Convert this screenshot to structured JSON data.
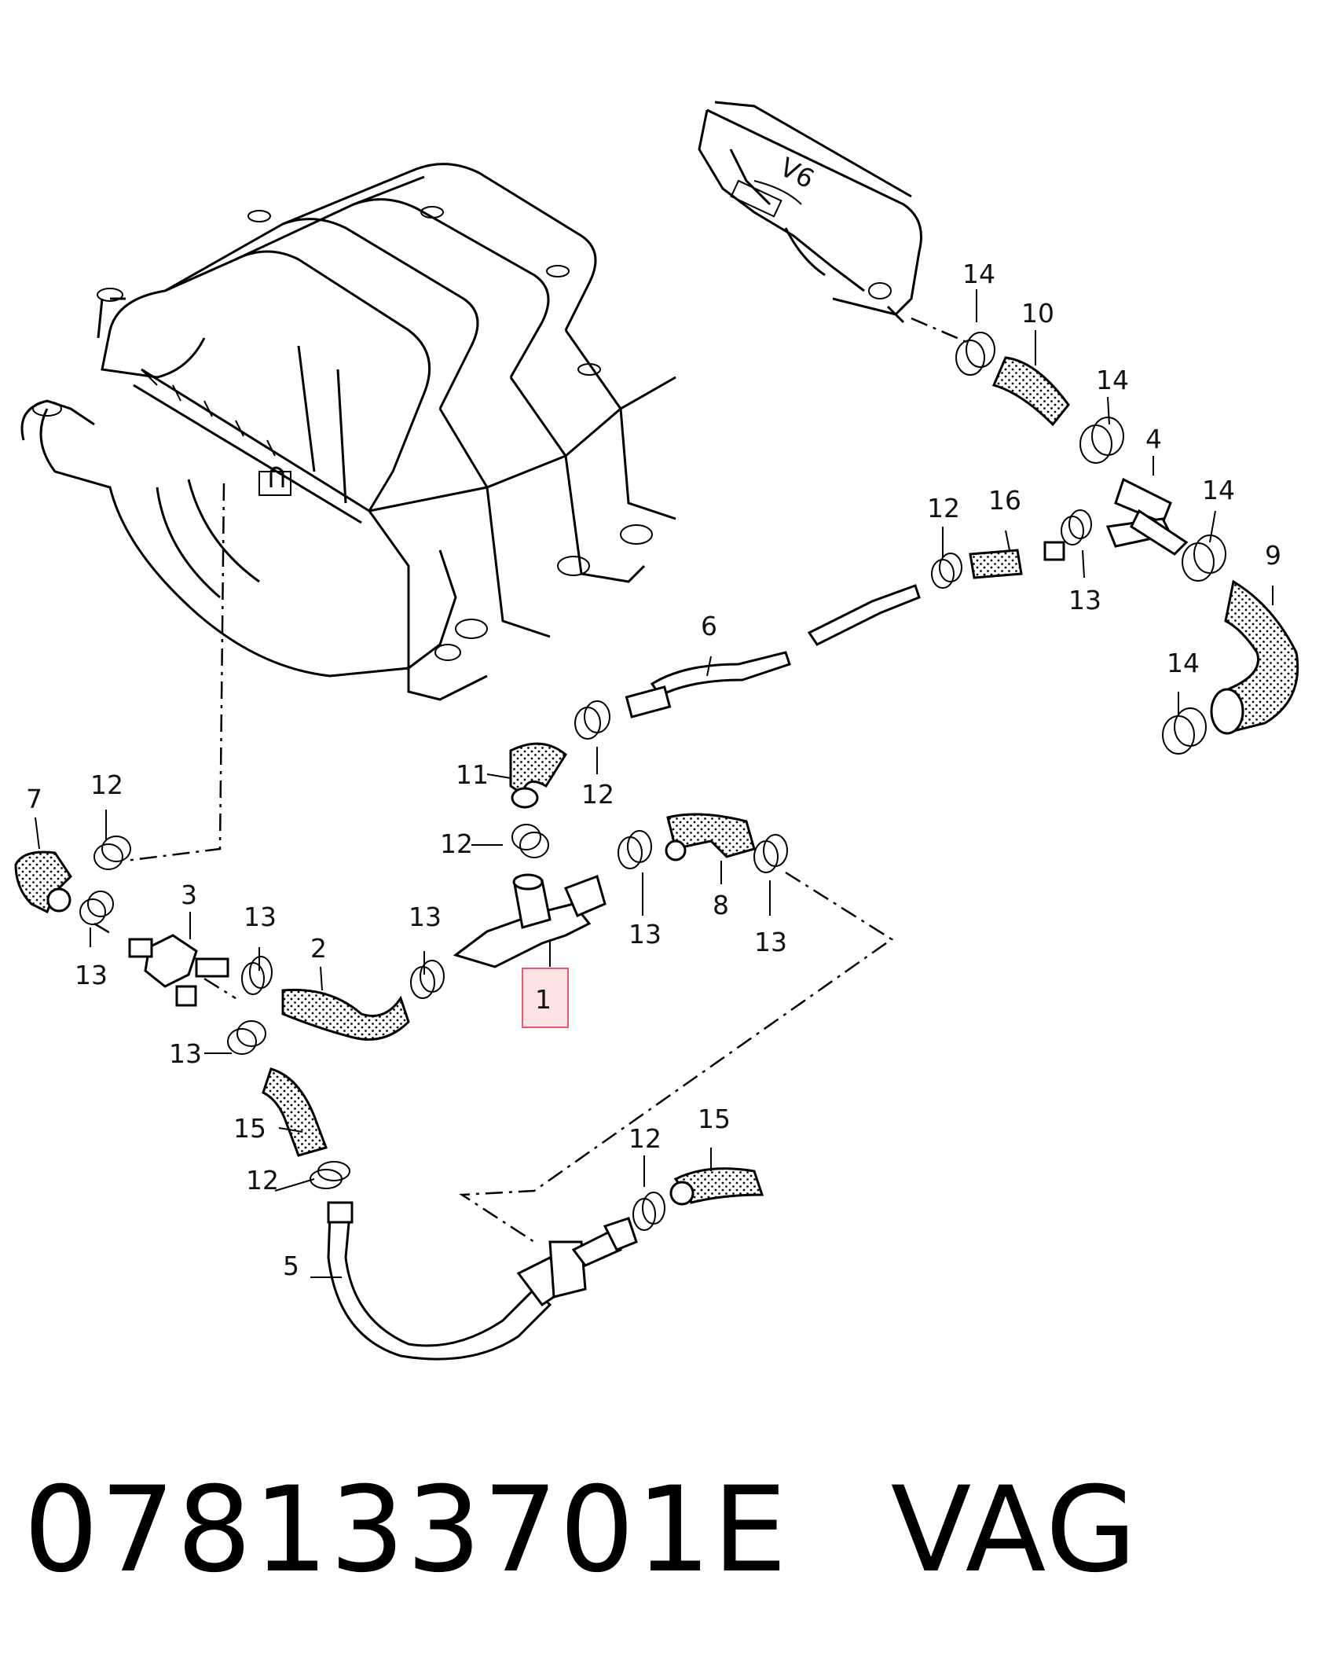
{
  "diagram": {
    "callouts": [
      {
        "id": "c1",
        "text": "1",
        "highlighted": true
      },
      {
        "id": "c2",
        "text": "2"
      },
      {
        "id": "c3",
        "text": "3"
      },
      {
        "id": "c4",
        "text": "4"
      },
      {
        "id": "c5",
        "text": "5"
      },
      {
        "id": "c6",
        "text": "6"
      },
      {
        "id": "c7",
        "text": "7"
      },
      {
        "id": "c8",
        "text": "8"
      },
      {
        "id": "c9",
        "text": "9"
      },
      {
        "id": "c10",
        "text": "10"
      },
      {
        "id": "c11",
        "text": "11"
      },
      {
        "id": "c12a",
        "text": "12"
      },
      {
        "id": "c12b",
        "text": "12"
      },
      {
        "id": "c12c",
        "text": "12"
      },
      {
        "id": "c12d",
        "text": "12"
      },
      {
        "id": "c12e",
        "text": "12"
      },
      {
        "id": "c12f",
        "text": "12"
      },
      {
        "id": "c13a",
        "text": "13"
      },
      {
        "id": "c13b",
        "text": "13"
      },
      {
        "id": "c13c",
        "text": "13"
      },
      {
        "id": "c13d",
        "text": "13"
      },
      {
        "id": "c13e",
        "text": "13"
      },
      {
        "id": "c13f",
        "text": "13"
      },
      {
        "id": "c13g",
        "text": "13"
      },
      {
        "id": "c14a",
        "text": "14"
      },
      {
        "id": "c14b",
        "text": "14"
      },
      {
        "id": "c14c",
        "text": "14"
      },
      {
        "id": "c14d",
        "text": "14"
      },
      {
        "id": "c15a",
        "text": "15"
      },
      {
        "id": "c15b",
        "text": "15"
      },
      {
        "id": "c16",
        "text": "16"
      }
    ],
    "engine_badge": "V6",
    "highlight_color": "#e05a6a",
    "highlight_fill": "#fde3e6"
  },
  "caption": {
    "part_number": "078133701E",
    "brand": "VAG"
  }
}
